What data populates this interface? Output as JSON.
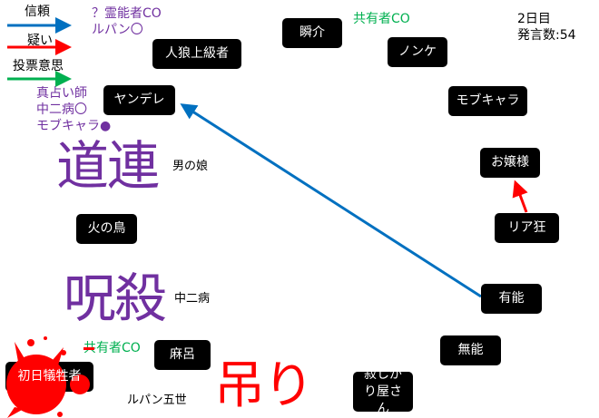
{
  "legend": {
    "trust": {
      "label": "信頼",
      "color": "#0070c0"
    },
    "doubt": {
      "label": "疑い",
      "color": "#ff0000"
    },
    "vote": {
      "label": "投票意思",
      "color": "#00b050"
    }
  },
  "status": {
    "day": "2日目",
    "posts": "発言数:54"
  },
  "notes": {
    "medium_co": "？霊能者CO",
    "medium_result": "ルパン〇",
    "seer_title": "真占い師",
    "seer_result_1": "中二病〇",
    "seer_result_2": "モブキャラ●",
    "shared_co_top": "共有者CO",
    "shared_co_bottom": "共有者CO"
  },
  "players": {
    "jinrou": "人狼上級者",
    "shunsuke": "瞬介",
    "nonke": "ノンケ",
    "mob": "モブキャラ",
    "ojousama": "お嬢様",
    "riakyou": "リア狂",
    "yuunou": "有能",
    "munou": "無能",
    "sabishigari": "寂しがり屋さん",
    "maro": "麻呂",
    "shonichi": "初日犠牲者",
    "hinotori": "火の鳥",
    "yandere": "ヤンデレ"
  },
  "dead": {
    "otokonoko": {
      "name": "男の娘",
      "cause": "道連"
    },
    "chuunibyou": {
      "name": "中二病",
      "cause": "呪殺"
    },
    "lupin": {
      "name": "ルパン五世",
      "cause": "吊り"
    }
  },
  "colors": {
    "trust": "#0070c0",
    "doubt": "#ff0000",
    "vote": "#00b050",
    "purple": "#7030a0"
  }
}
